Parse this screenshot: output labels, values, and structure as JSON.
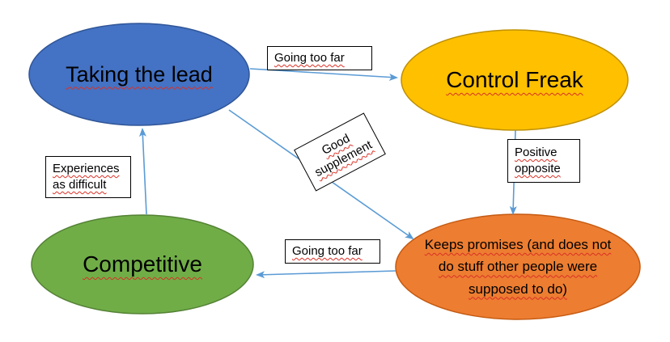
{
  "canvas": {
    "background": "#FFFFFF"
  },
  "colors": {
    "arrow": "#5B9BD5",
    "squiggle": "#D93025",
    "label_box_bg": "#FFFFFF",
    "label_box_border": "#000000",
    "text": "#000000"
  },
  "nodes": {
    "taking_the_lead": {
      "label": "Taking the lead",
      "fill": "#4472C4",
      "border": "#2F5597"
    },
    "control_freak": {
      "label": "Control Freak",
      "fill": "#FFC000",
      "border": "#BF9000"
    },
    "competitive": {
      "label": "Competitive",
      "fill": "#70AD47",
      "border": "#548235"
    },
    "keeps_promises": {
      "label": "Keeps promises (and does not do stuff other people were supposed to do)",
      "fill": "#ED7D31",
      "border": "#C55A11"
    }
  },
  "connectors": [
    {
      "from": "taking_the_lead",
      "to": "control_freak",
      "label": "Going too far"
    },
    {
      "from": "control_freak",
      "to": "keeps_promises",
      "label": "Positive opposite"
    },
    {
      "from": "keeps_promises",
      "to": "competitive",
      "label": "Going too far"
    },
    {
      "from": "competitive",
      "to": "taking_the_lead",
      "label": "Experiences as difficult"
    },
    {
      "from": "taking_the_lead",
      "to": "keeps_promises",
      "label": "Good supplement"
    }
  ]
}
